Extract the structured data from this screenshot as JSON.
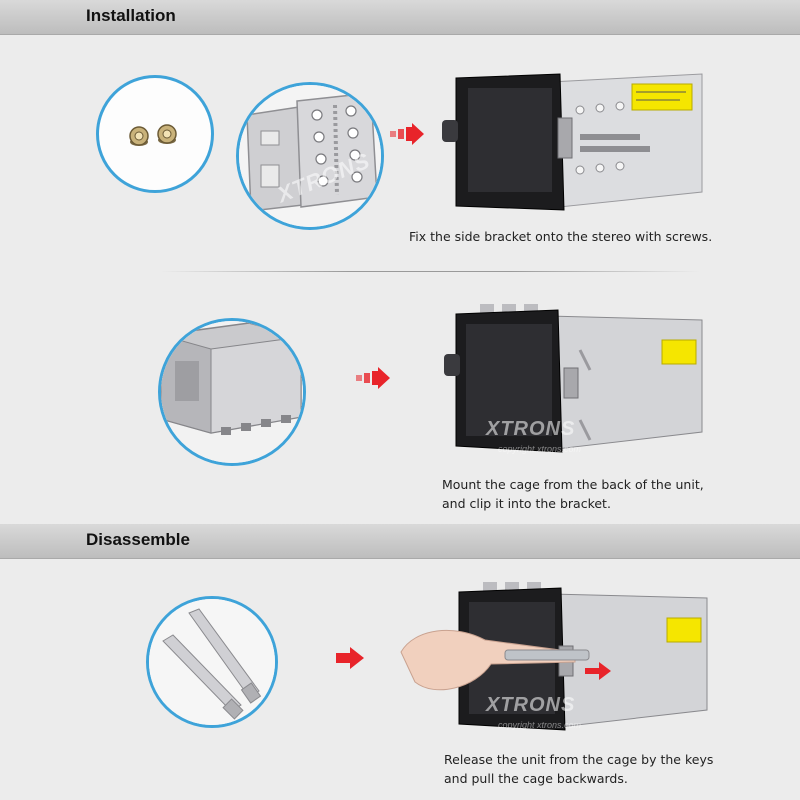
{
  "sections": {
    "installation": "Installation",
    "disassemble": "Disassemble"
  },
  "steps": [
    {
      "caption": "Fix the side bracket onto the stereo with screws."
    },
    {
      "caption_line1": "Mount the cage from the back of the unit,",
      "caption_line2": "and clip it into the bracket."
    },
    {
      "caption_line1": "Release the unit from the cage by the keys",
      "caption_line2": "and pull the cage backwards."
    }
  ],
  "watermark": {
    "brand": "XTRONS",
    "note": "copyright xtrons.com"
  },
  "colors": {
    "accent": "#3ea3d9",
    "arrow": "#e8242a",
    "label": "#f5e600"
  }
}
